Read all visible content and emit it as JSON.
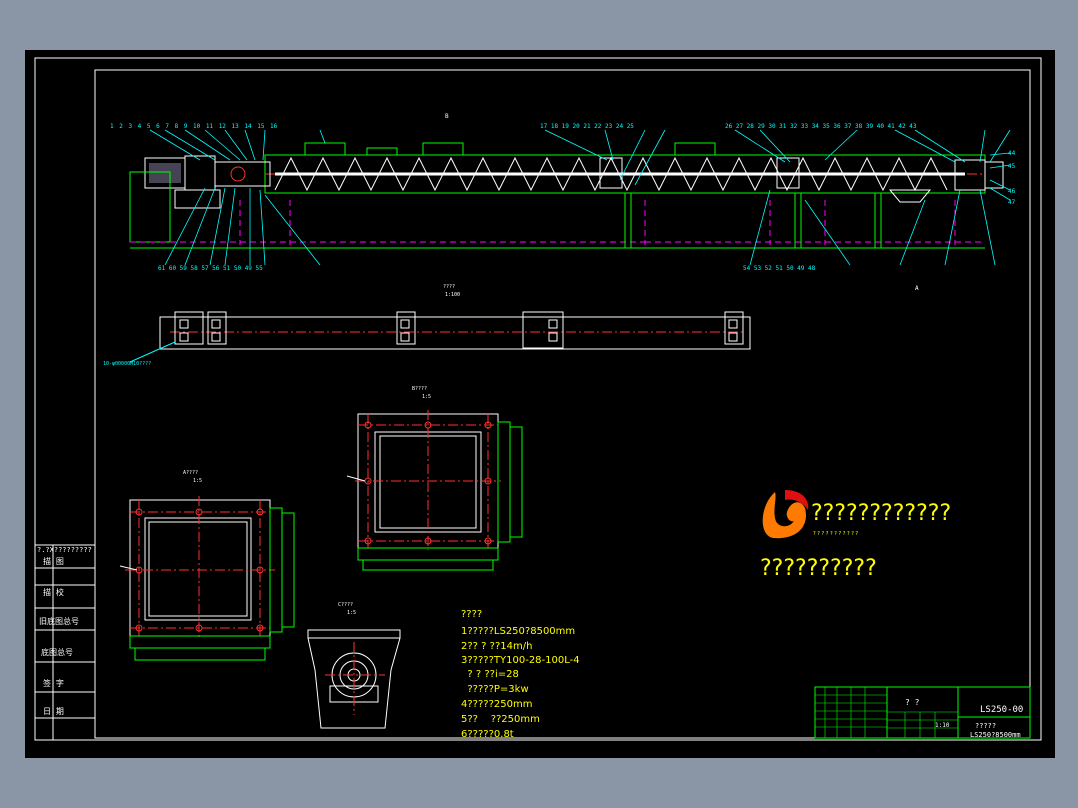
{
  "drawing": {
    "view_labels": {
      "top_b": "B",
      "arrow_a": "A",
      "plan_title": "????",
      "plan_scale": "1:100",
      "plan_note": "10-φ00000M10????",
      "view_b_title": "B????",
      "view_b_scale": "1:5",
      "view_a_title": "A????",
      "view_a_scale": "1:5",
      "side_title": "C????",
      "side_scale": "1:5"
    },
    "part_numbers_top_left": [
      "1",
      "2",
      "3",
      "4",
      "5",
      "6",
      "7",
      "8",
      "9",
      "10",
      "11",
      "12",
      "13",
      "14",
      "15",
      "16"
    ],
    "part_numbers_top_mid": [
      "17",
      "18",
      "19",
      "20",
      "21",
      "22",
      "23",
      "24",
      "25"
    ],
    "part_numbers_top_right": [
      "26",
      "27",
      "28",
      "29",
      "30",
      "31",
      "32",
      "33",
      "34",
      "35",
      "36",
      "37",
      "38",
      "39",
      "40",
      "41",
      "42",
      "43"
    ],
    "part_numbers_right_side": [
      "44",
      "45",
      "46",
      "47"
    ],
    "part_numbers_bottom_left": [
      "61",
      "60",
      "59",
      "58",
      "57",
      "56",
      "51",
      "50",
      "49",
      "55"
    ],
    "part_numbers_bottom_right": [
      "54",
      "53",
      "52",
      "51",
      "50",
      "49",
      "48"
    ],
    "tech_notes": [
      "????",
      "1?????LS250?8500mm",
      "2?? ? ??14m/h",
      "3?????TY100-28-100L-4",
      "  ? ? ??i=28",
      "  ?????P=3kw",
      "4?????250mm",
      "5??    ??250mm",
      "6?????0.8t"
    ],
    "watermark_main": "????????????",
    "watermark_sub": "? ? ? ? ? ? ? ? ? ? ?",
    "watermark_bottom": "??????????",
    "title_block": {
      "drawing_no": "LS250-00",
      "name_line1": "?????",
      "name_line2": "LS250?8500mm",
      "center_mark": "? ?",
      "scale": "1:10"
    },
    "side_table_rows": [
      "?.?X?????????",
      "描    图",
      "描    校",
      "旧底图总号",
      "底图总号",
      "签    字",
      "日    期"
    ]
  },
  "colors": {
    "page_bg": "#8a96a6",
    "sheet_bg": "#000000",
    "frame": "#ffffff",
    "outline": "#00ff00",
    "hidden": "#ff00ff",
    "center": "#ff3030",
    "leader": "#00ffff",
    "text_yellow": "#ffff00"
  }
}
